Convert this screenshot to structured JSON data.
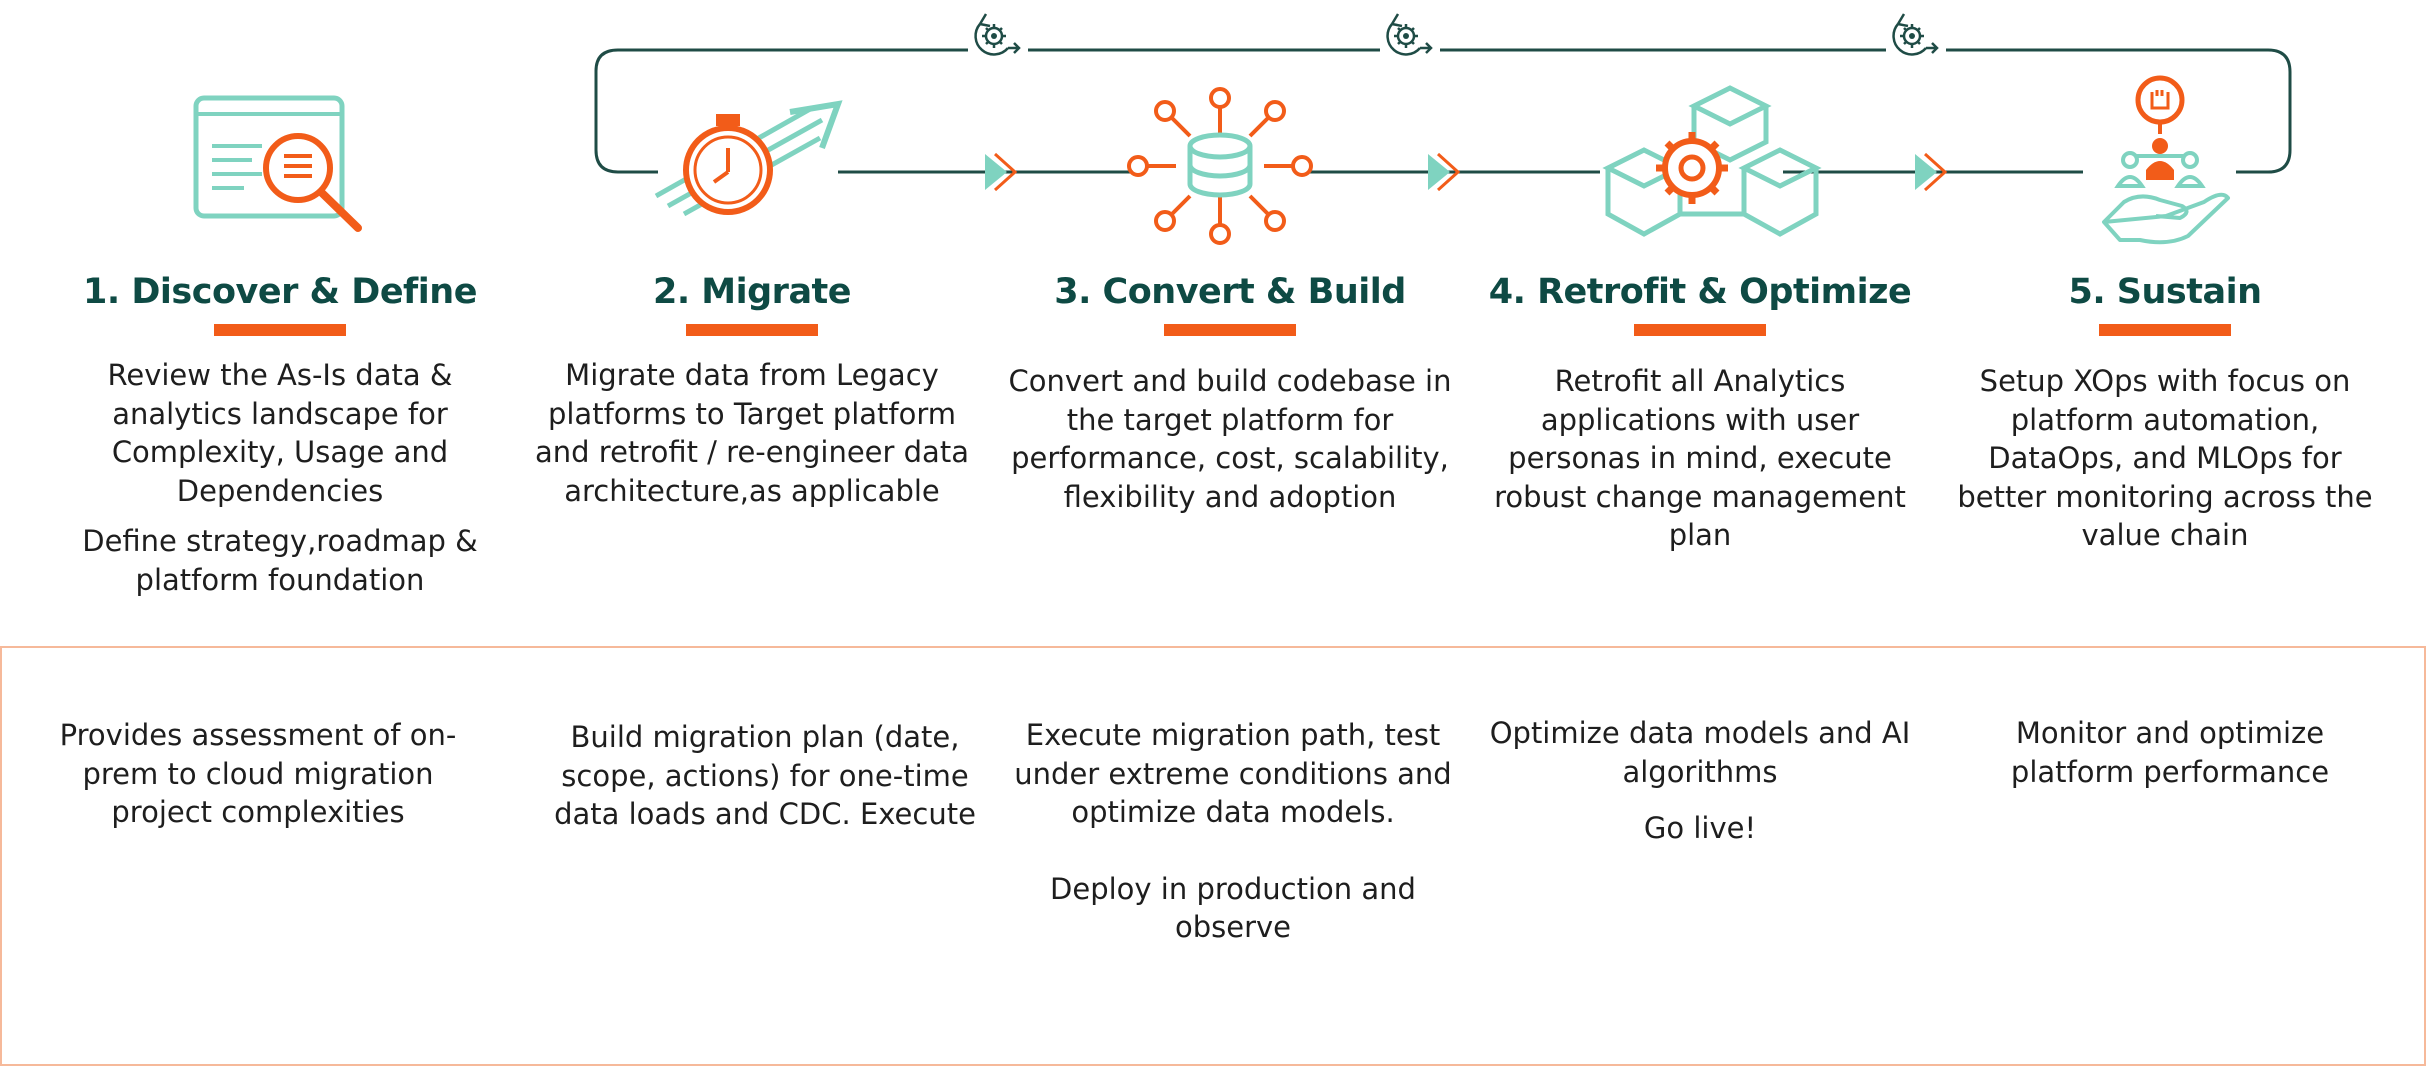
{
  "colors": {
    "title": "#0e4a44",
    "accent_orange": "#f25c19",
    "icon_teal": "#7fd3c0",
    "line_dark": "#1f4c46",
    "box_border": "#f6b99a"
  },
  "icons": [
    "analysis-magnifier-icon",
    "stopwatch-arrow-icon",
    "database-hub-icon",
    "cubes-gear-icon",
    "team-hand-icon",
    "cycle-gear-icon"
  ],
  "stages": [
    {
      "title": "1. Discover & Define",
      "desc1": "Review the As-Is data & analytics landscape for Complexity, Usage and Dependencies",
      "desc2": "Define strategy,roadmap & platform foundation",
      "outcome1": "Provides assessment of on-prem to cloud migration project complexities",
      "outcome2": ""
    },
    {
      "title": "2. Migrate",
      "desc1": "Migrate data from Legacy platforms to Target platform and retrofit / re-engineer data architecture,as applicable",
      "desc2": "",
      "outcome1": "Build migration plan (date, scope, actions) for one-time data loads and CDC. Execute",
      "outcome2": ""
    },
    {
      "title": "3. Convert & Build",
      "desc1": "Convert and build codebase in the target platform for performance, cost, scalability, flexibility and adoption",
      "desc2": "",
      "outcome1": "Execute migration path, test under extreme conditions and optimize data models.",
      "outcome2": "Deploy in production and observe"
    },
    {
      "title": "4. Retrofit & Optimize",
      "desc1": "Retrofit all Analytics applications with user personas in mind, execute robust change management plan",
      "desc2": "",
      "outcome1": "Optimize data models and AI algorithms",
      "outcome2": "Go live!"
    },
    {
      "title": "5. Sustain",
      "desc1": "Setup XOps with focus on platform automation, DataOps, and MLOps for better monitoring across the value chain",
      "desc2": "",
      "outcome1": "Monitor and optimize platform performance",
      "outcome2": ""
    }
  ]
}
